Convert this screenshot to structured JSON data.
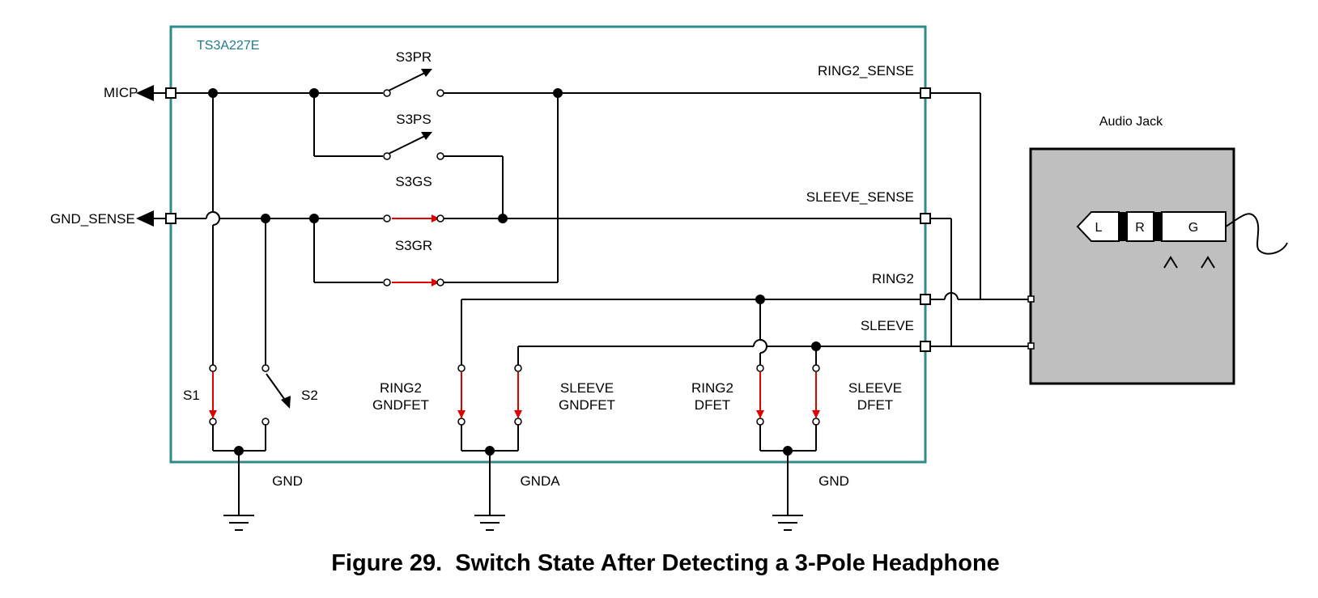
{
  "chip": {
    "name": "TS3A227E"
  },
  "pins": {
    "micp": "MICP",
    "gnd_sense": "GND_SENSE",
    "ring2_sense": "RING2_SENSE",
    "sleeve_sense": "SLEEVE_SENSE",
    "ring2": "RING2",
    "sleeve": "SLEEVE"
  },
  "switches": {
    "s3pr": "S3PR",
    "s3ps": "S3PS",
    "s3gs": "S3GS",
    "s3gr": "S3GR",
    "s1": "S1",
    "s2": "S2",
    "ring2_gndfet": [
      "RING2",
      "GNDFET"
    ],
    "sleeve_gndfet": [
      "SLEEVE",
      "GNDFET"
    ],
    "ring2_dfet": [
      "RING2",
      "DFET"
    ],
    "sleeve_dfet": [
      "SLEEVE",
      "DFET"
    ]
  },
  "grounds": {
    "left": "GND",
    "middle": "GNDA",
    "right": "GND"
  },
  "jack": {
    "title": "Audio Jack",
    "contacts": [
      "L",
      "R",
      "G"
    ]
  },
  "caption": "Figure 29.  Switch State After Detecting a 3-Pole Headphone",
  "colors": {
    "chip_border": "#2e8b8b",
    "chip_title": "#1f7a8c",
    "closed_switch": "#e00000",
    "jack_fill": "#bfbfbf"
  }
}
